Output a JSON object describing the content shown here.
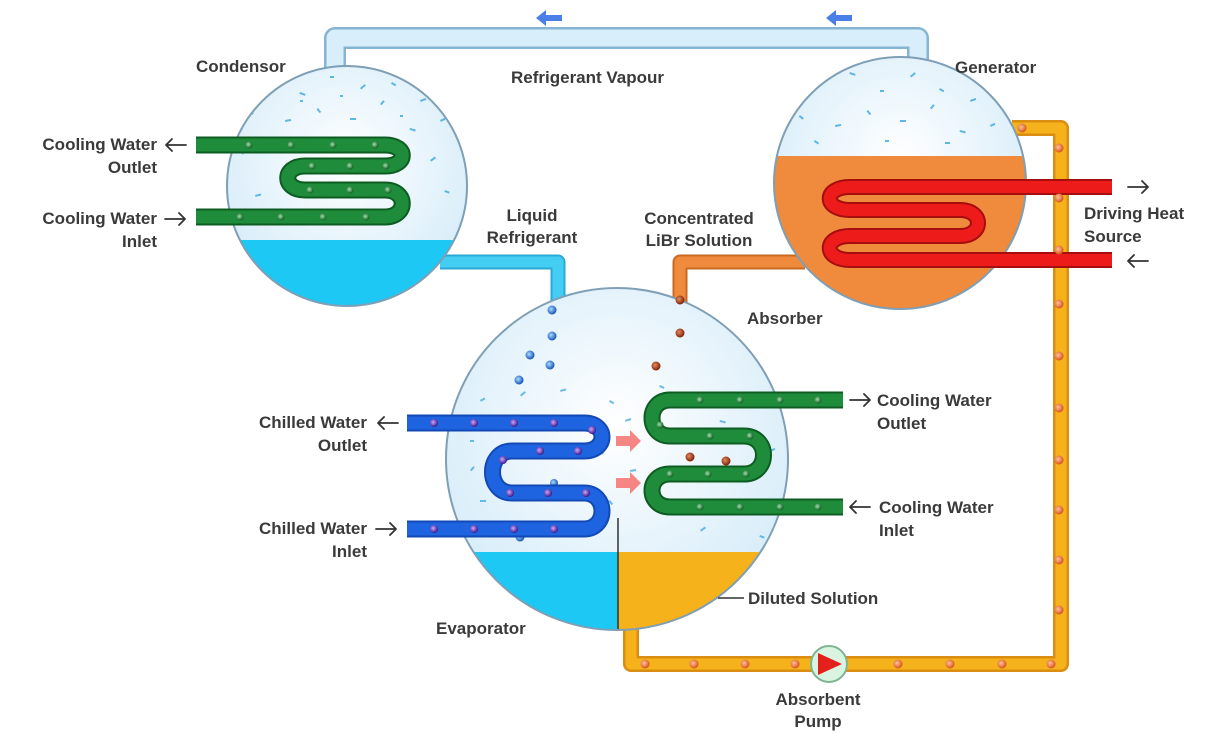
{
  "labels": {
    "condensor": "Condensor",
    "refrigerant_vapour": "Refrigerant Vapour",
    "generator": "Generator",
    "cond_cw_outlet_1": "Cooling Water",
    "cond_cw_outlet_2": "Outlet",
    "cond_cw_inlet_1": "Cooling Water",
    "cond_cw_inlet_2": "Inlet",
    "liquid_refrigerant_1": "Liquid",
    "liquid_refrigerant_2": "Refrigerant",
    "concentrated_1": "Concentrated",
    "concentrated_2": "LiBr Solution",
    "driving_heat_1": "Driving Heat",
    "driving_heat_2": "Source",
    "absorber": "Absorber",
    "chilled_outlet_1": "Chilled Water",
    "chilled_outlet_2": "Outlet",
    "chilled_inlet_1": "Chilled Water",
    "chilled_inlet_2": "Inlet",
    "abs_cw_outlet_1": "Cooling Water",
    "abs_cw_outlet_2": "Outlet",
    "abs_cw_inlet_1": "Cooling Water",
    "abs_cw_inlet_2": "Inlet",
    "diluted_solution": "Diluted Solution",
    "evaporator": "Evaporator",
    "pump_1": "Absorbent",
    "pump_2": "Pump"
  },
  "colors": {
    "vapour_pipe": "#d3ecfb",
    "vapour_pipe_edge": "#86b4d3",
    "vessel_edge": "#7e9fb5",
    "cooling_water": "#1f8c3b",
    "chilled_water": "#1e63e0",
    "refrigerant": "#3ecbf2",
    "libr_concentrated": "#f08a3c",
    "heat_source": "#ee1b1b",
    "diluted": "#f6b21a",
    "arrow_blue": "#4a7fe8",
    "arrow_pink": "#f4716d"
  },
  "icons": [
    "flow-arrow-icon",
    "pump-icon"
  ]
}
